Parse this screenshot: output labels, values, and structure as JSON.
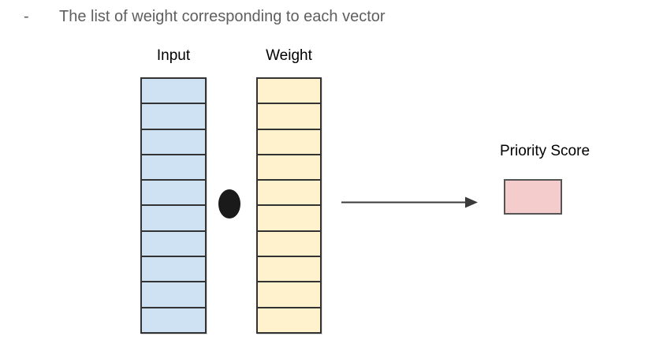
{
  "title": {
    "bullet": "-",
    "text": "The list of weight corresponding to each vector"
  },
  "diagram": {
    "input_label": "Input",
    "weight_label": "Weight",
    "priority_label": "Priority Score",
    "input_cells": 10,
    "weight_cells": 10,
    "operator": "dot-product",
    "colors": {
      "input_fill": "#cfe2f3",
      "weight_fill": "#fff2cc",
      "priority_fill": "#f4cccc",
      "border": "#333333",
      "border_soft": "#555555",
      "dot_fill": "#1a1a1a",
      "arrow": "#3a3a3a",
      "title_text": "#5f5f5f",
      "label_text": "#000000"
    }
  }
}
